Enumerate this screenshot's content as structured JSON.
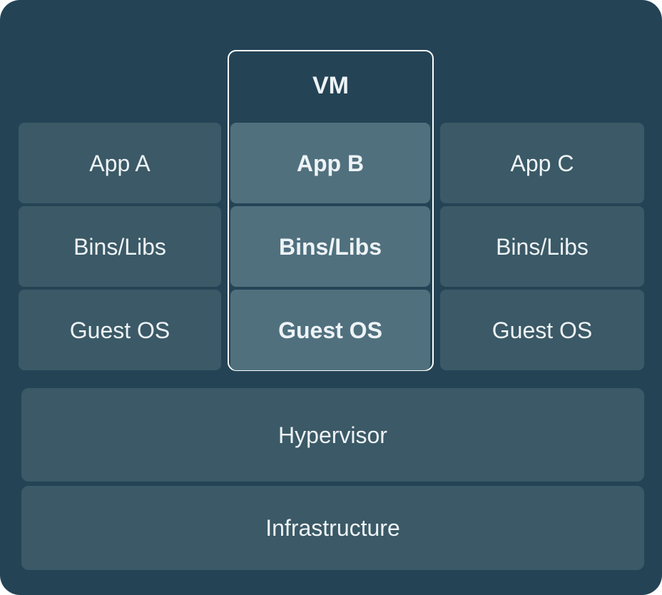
{
  "diagram": {
    "vm_group": {
      "title": "VM"
    },
    "columns": [
      {
        "name": "column-a",
        "highlighted": false,
        "cells": {
          "app": "App A",
          "bins": "Bins/Libs",
          "os": "Guest OS"
        }
      },
      {
        "name": "column-b",
        "highlighted": true,
        "cells": {
          "app": "App B",
          "bins": "Bins/Libs",
          "os": "Guest OS"
        }
      },
      {
        "name": "column-c",
        "highlighted": false,
        "cells": {
          "app": "App C",
          "bins": "Bins/Libs",
          "os": "Guest OS"
        }
      }
    ],
    "layers": {
      "hypervisor": "Hypervisor",
      "infrastructure": "Infrastructure"
    },
    "colors": {
      "background": "#244456",
      "box": "#3b5966",
      "box_highlight": "#50707e",
      "vm_border": "#ffffff",
      "text": "#eef3f6",
      "page_outside": "#ffffff"
    }
  }
}
